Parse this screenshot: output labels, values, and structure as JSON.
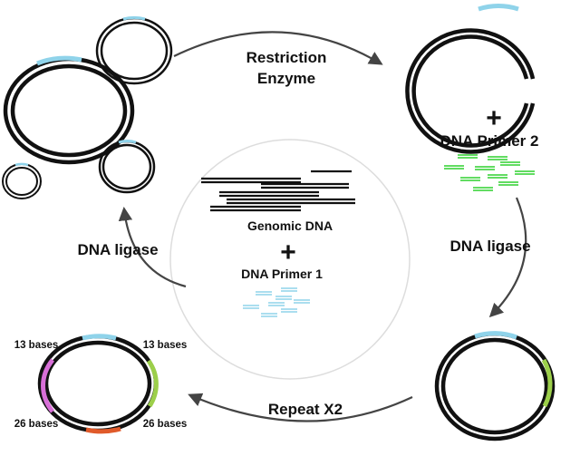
{
  "labels": {
    "restriction_enzyme_line1": "Restriction",
    "restriction_enzyme_line2": "Enzyme",
    "dna_primer_2": "DNA Primer 2",
    "dna_ligase_right": "DNA ligase",
    "dna_ligase_left": "DNA ligase",
    "genomic_dna": "Genomic DNA",
    "dna_primer_1": "DNA Primer 1",
    "repeat": "Repeat X2",
    "bases_top_left": "13 bases",
    "bases_top_right": "13 bases",
    "bases_bottom_left": "26 bases",
    "bases_bottom_right": "26 bases",
    "plus_center": "+",
    "plus_right": "+"
  },
  "colors": {
    "strand": "#111111",
    "primer1": "#8fd3ea",
    "primer2": "#2fd12f",
    "green_insert": "#9ccf4a",
    "magenta_insert": "#d86fd8",
    "orange_insert": "#e05a2a",
    "arrow": "#444444",
    "center_circle": "#dddddd"
  }
}
